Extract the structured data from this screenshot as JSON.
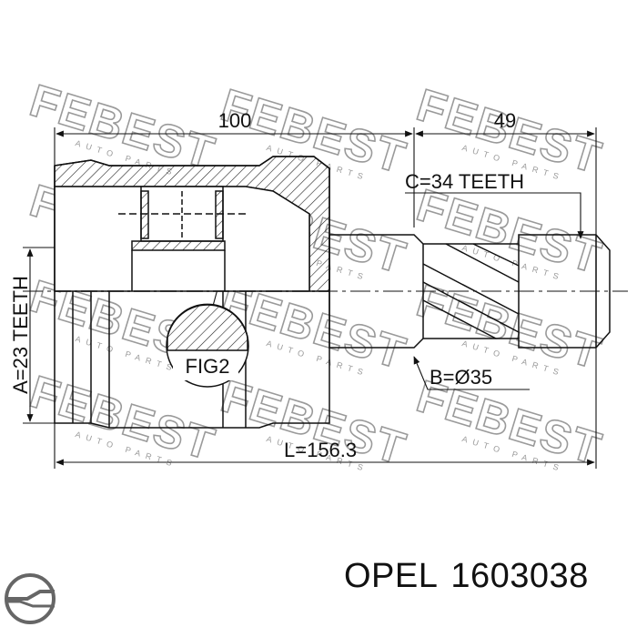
{
  "diagram": {
    "dim_length_total": "100",
    "dim_length_stub": "49",
    "outer_spline": "C=34 TEETH",
    "inner_spline": "A=23 TEETH",
    "stub_diameter": "B=Ø35",
    "overall_length": "L=156.3",
    "detail_callout": "FIG2"
  },
  "watermark": {
    "brand": "FEBEST",
    "tagline": "AUTO PARTS"
  },
  "footer": {
    "brand": "OPEL",
    "part_number": "1603038",
    "logo_icon": "opel-logo-icon"
  }
}
